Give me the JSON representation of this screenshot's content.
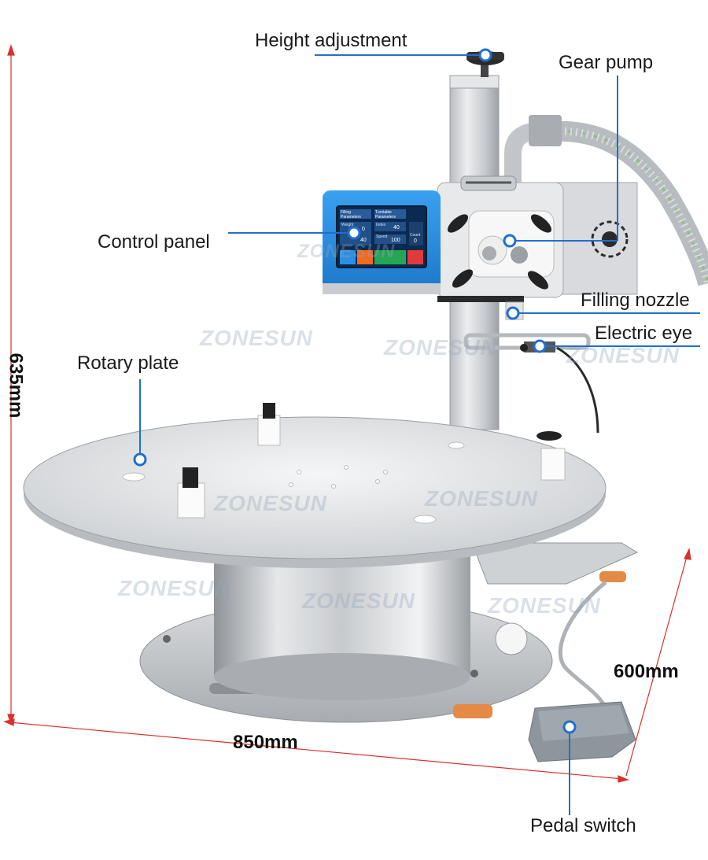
{
  "labels": {
    "height_adjustment": "Height adjustment",
    "gear_pump": "Gear pump",
    "control_panel": "Control panel",
    "filling_nozzle": "Filling nozzle",
    "electric_eye": "Electric eye",
    "rotary_plate": "Rotary plate",
    "pedal_switch": "Pedal switch"
  },
  "dimensions": {
    "height": "635mm",
    "width": "850mm",
    "depth": "600mm"
  },
  "watermark": "ZONESUN",
  "screen": {
    "tile_filling": "Filling Parameters",
    "tile_turntable": "Turntable Parameters",
    "weight_label": "Weight",
    "weight_value": "0",
    "index_label": "Index",
    "index_value": "40",
    "speed_label": "Speed",
    "speed_value": "100",
    "count_label": "Count",
    "count_value": "0",
    "percent_value": "40"
  },
  "colors": {
    "accent_blue": "#1f6fd0",
    "dimension_red": "#d9312b",
    "panel_blue": "#2a8fe0"
  }
}
